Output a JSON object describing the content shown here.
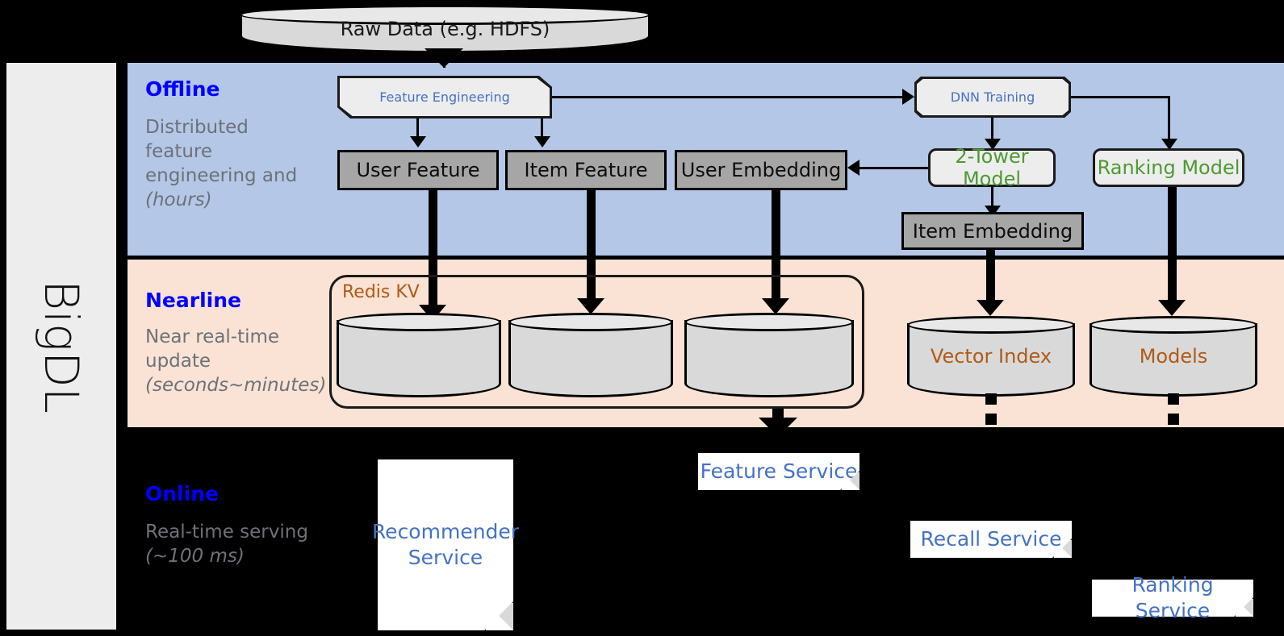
{
  "framework": {
    "name": "BigDL"
  },
  "source": {
    "label": "Raw Data (e.g. HDFS)"
  },
  "bands": {
    "offline": {
      "title": "Offline",
      "subtitle": "Distributed feature engineering and ",
      "subtitle_italic": "(hours)",
      "bg_color": "#b4c7e7"
    },
    "nearline": {
      "title": "Nearline",
      "subtitle": "Near real-time update ",
      "subtitle_italic": "(seconds~minutes)",
      "bg_color": "#fae3d5"
    },
    "online": {
      "title": "Online",
      "subtitle": "Real-time serving ",
      "subtitle_italic": "(~100 ms)",
      "bg_color": "#000000"
    }
  },
  "offline_nodes": {
    "feature_engineering": "Feature Engineering",
    "dnn_training": "DNN Training",
    "user_feature": "User Feature",
    "item_feature": "Item Feature",
    "user_embedding": "User Embedding",
    "two_tower_model": "2-Tower Model",
    "ranking_model": "Ranking Model",
    "item_embedding": "Item Embedding"
  },
  "nearline_nodes": {
    "redis_kv": "Redis KV",
    "vector_index": "Vector Index",
    "models": "Models"
  },
  "online_nodes": {
    "recommender_service": "Recommender Service",
    "feature_service": "Feature Service",
    "recall_service": "Recall Service",
    "ranking_service": "Ranking Service"
  },
  "colors": {
    "title_blue": "#0000ff",
    "text_blue": "#4472c4",
    "text_green": "#4e9a33",
    "text_brown": "#b05a17",
    "gray_box": "#a6a6a6",
    "light_box": "#ededed",
    "rail": "#ededed"
  }
}
